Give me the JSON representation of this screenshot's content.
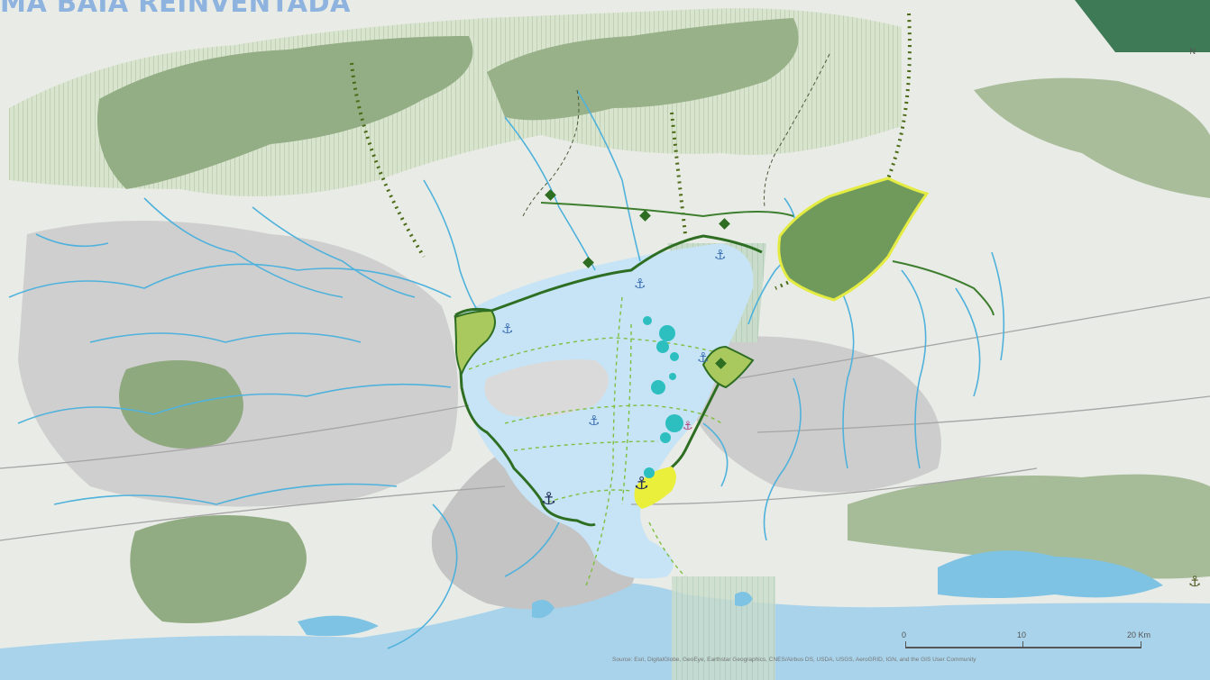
{
  "title": "MA BAÍA REINVENTADA",
  "north_label": "N",
  "scale": {
    "labels": [
      "0",
      "10",
      "20 Km"
    ]
  },
  "source_text": "Source: Esri, DigitalGlobe, GeoEye, Earthstar Geographics, CNES/Airbus DS, USDA, USGS, AeroGRID, IGN, and the GIS User Community",
  "colors": {
    "water": "#bfe0f2",
    "land": "#eaeaea",
    "urban": "#c8c8c8",
    "forest": "#9db58c",
    "rivers": "#4fb2dc",
    "park_boundary": "#3b7d2a",
    "highlight_yellow": "#e9ef3a",
    "lime_area": "#a9c95e",
    "cyan_spots": "#2dbfbf",
    "anchor_blue": "#3c6fb2",
    "anchor_dark": "#24335a",
    "corner_green": "#3d7a55"
  },
  "icons": {
    "anchor_blue": "anchor-icon",
    "anchor_dark": "anchor-icon",
    "green_marker": "diamond-marker-icon"
  }
}
